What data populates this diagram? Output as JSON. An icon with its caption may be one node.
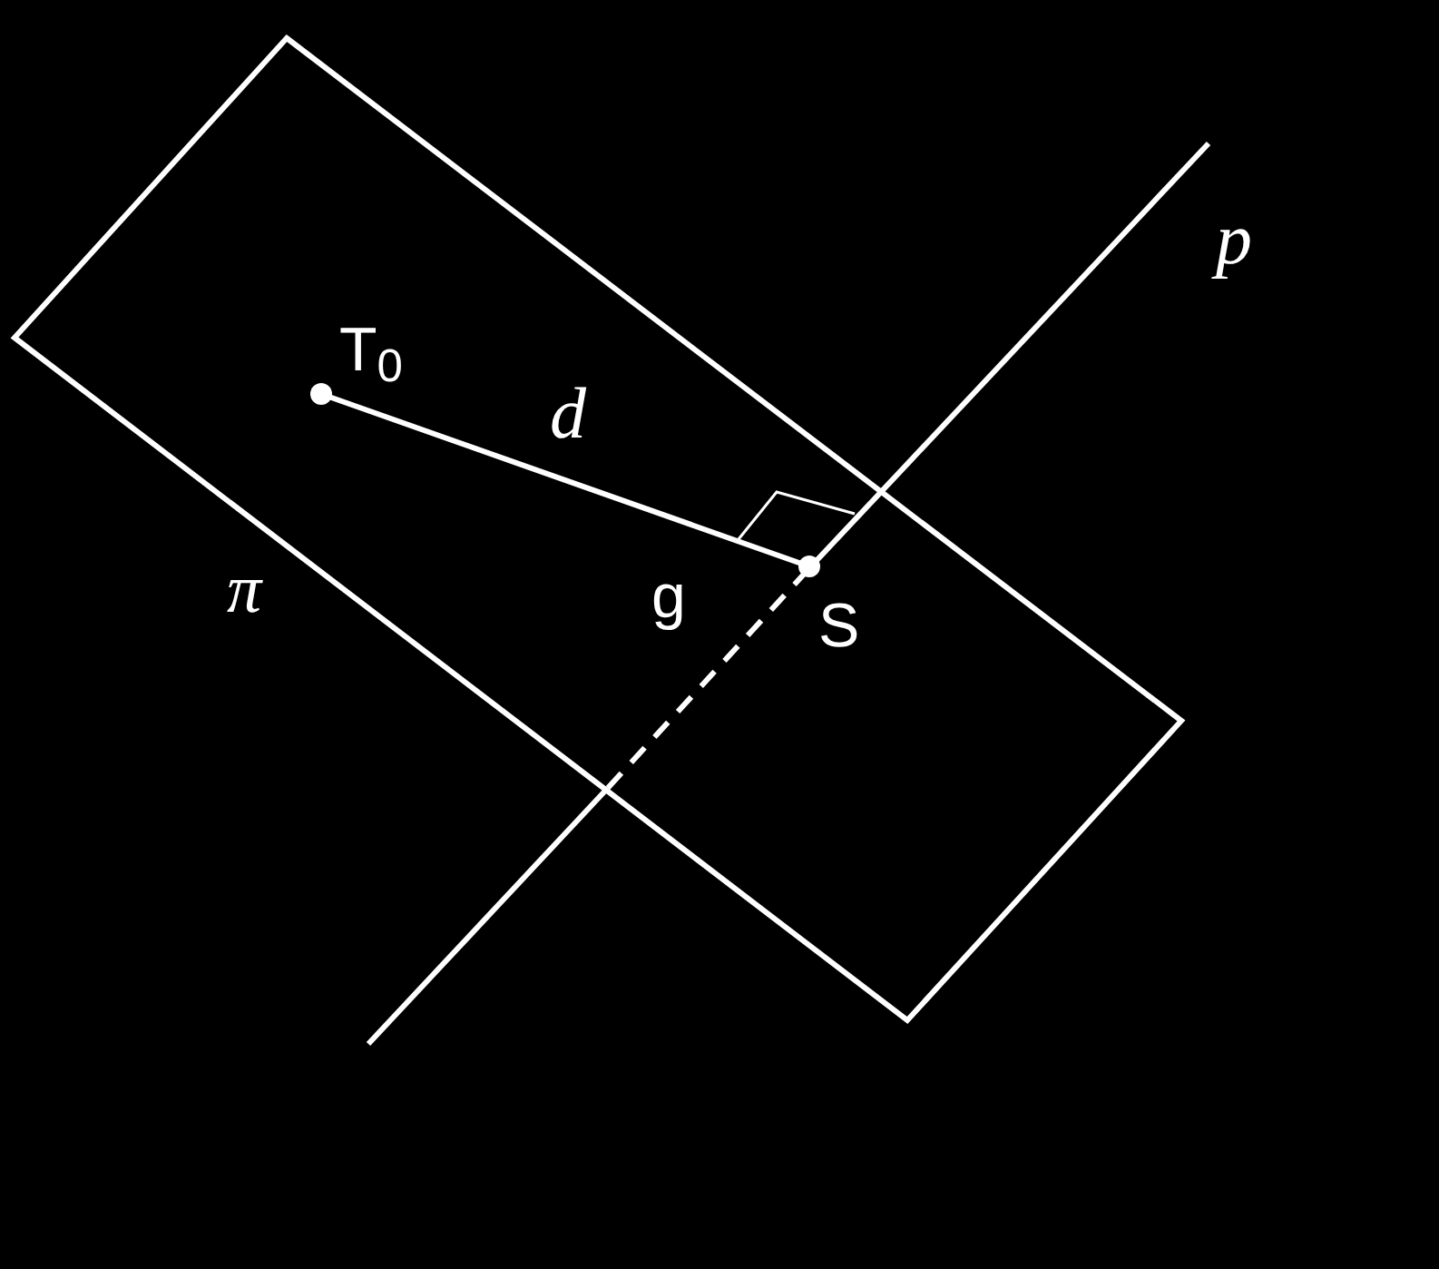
{
  "diagram": {
    "nodes": [
      {
        "text": [
          "T$_{0}$"
        ]
      },
      {
        "text": [
          "S"
        ]
      }
    ],
    "edges": [
      {
        "from": 0,
        "to": 1,
        "arrow": "none",
        "label": "d"
      }
    ],
    "labels": [
      "p",
      "π",
      "g"
    ]
  }
}
